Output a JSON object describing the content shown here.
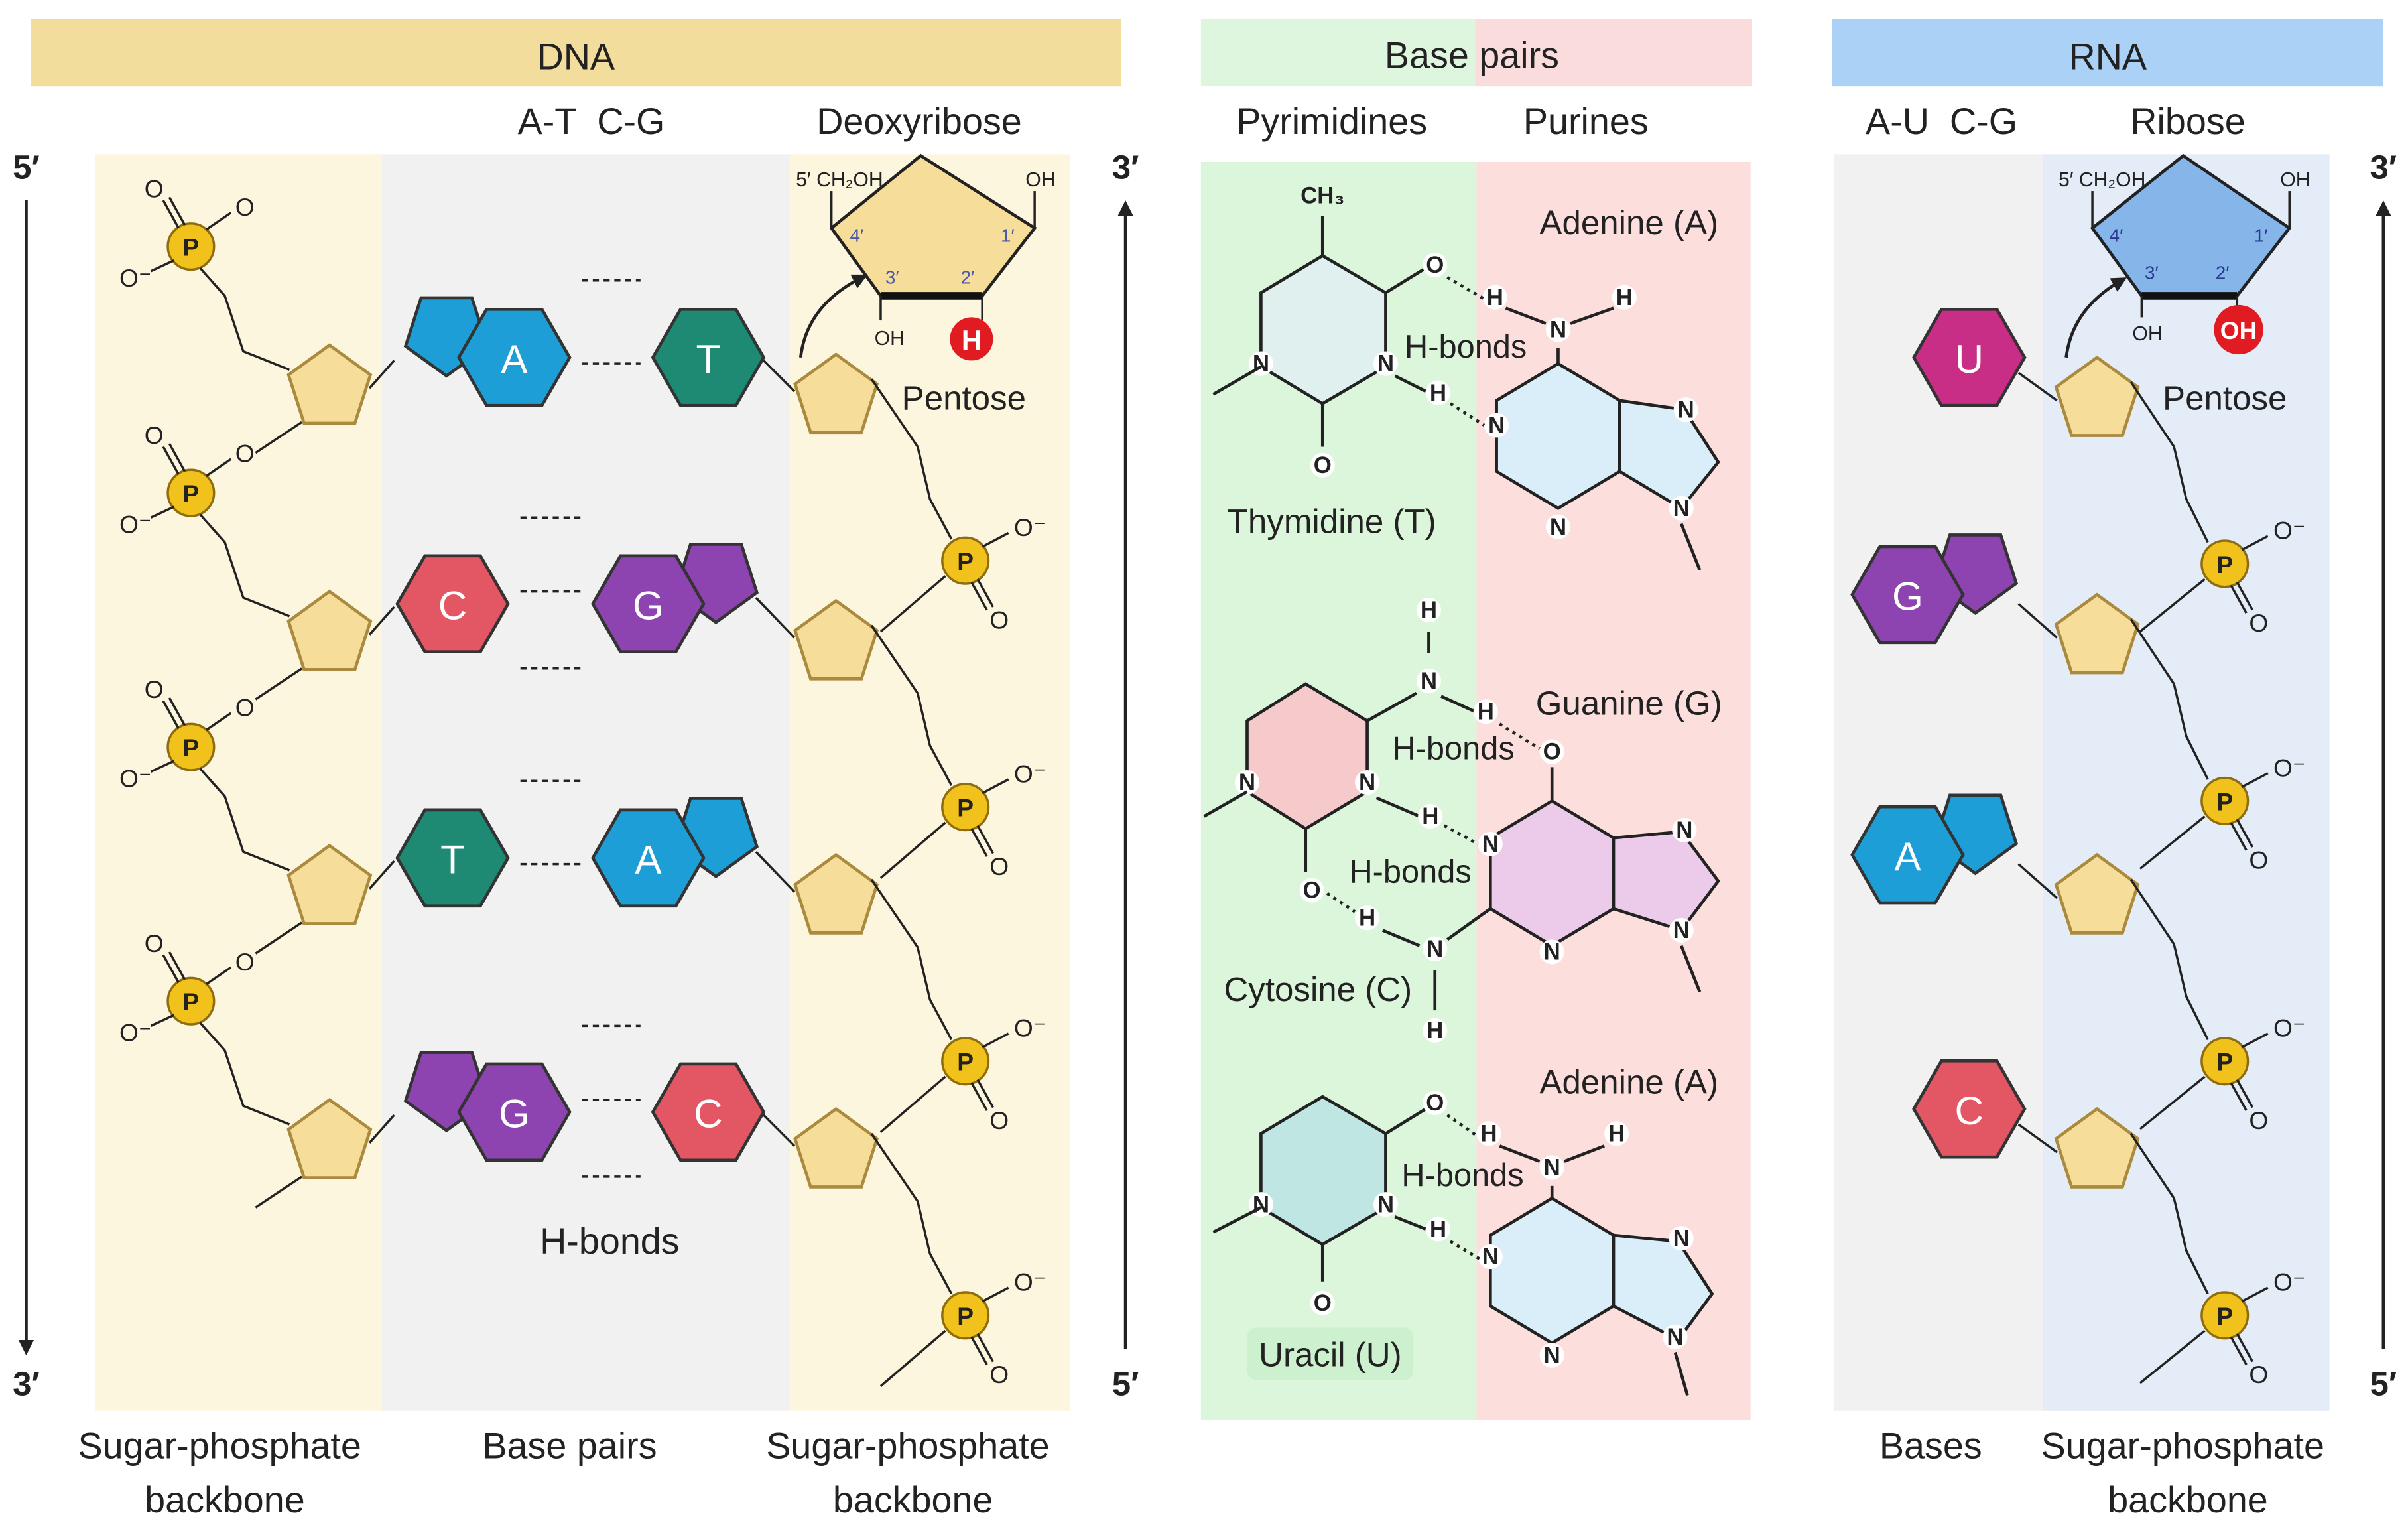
{
  "headers": {
    "dna": "DNA",
    "base_pairs": "Base pairs",
    "rna": "RNA"
  },
  "subheaders": {
    "dna_pairs": "A-T  C-G",
    "deoxyribose": "Deoxyribose",
    "pyrimidines": "Pyrimidines",
    "purines": "Purines",
    "rna_pairs": "A-U  C-G",
    "ribose": "Ribose"
  },
  "ends": {
    "five": "5′",
    "three": "3′"
  },
  "footers": {
    "dna_left": [
      "Sugar-phosphate",
      "backbone"
    ],
    "dna_middle": "Base pairs",
    "dna_right": [
      "Sugar-phosphate",
      "backbone"
    ],
    "rna_left": "Bases",
    "rna_right": [
      "Sugar-phosphate",
      "backbone"
    ]
  },
  "dna_hbonds_label": "H-bonds",
  "pentose_label": "Pentose",
  "dna_pairs": [
    {
      "left": "A",
      "right": "T"
    },
    {
      "left": "C",
      "right": "G"
    },
    {
      "left": "T",
      "right": "A"
    },
    {
      "left": "G",
      "right": "C"
    }
  ],
  "rna_bases": [
    "U",
    "G",
    "A",
    "C"
  ],
  "sugar_inset": {
    "c5": "5′ CH₂OH",
    "oh_top": "OH",
    "c4": "4′",
    "c1": "1′",
    "c3": "3′",
    "c2": "2′",
    "oh3": "OH",
    "dna_c2": "H",
    "rna_c2": "OH"
  },
  "phosphate": {
    "p": "P",
    "o": "O",
    "o_minus": "O⁻"
  },
  "molecules": {
    "thymidine": "Thymidine (T)",
    "adenine_1": "Adenine (A)",
    "cytosine": "Cytosine (C)",
    "guanine": "Guanine (G)",
    "uracil": "Uracil (U)",
    "adenine_2": "Adenine (A)",
    "hbonds": "H-bonds",
    "ch3": "CH₃",
    "n": "N",
    "o": "O",
    "h": "H"
  },
  "colors": {
    "dna_header": "#f2dd9c",
    "bp_header_left": "#def6de",
    "bp_header_right": "#fbdcdc",
    "rna_header": "#abd2f6",
    "backbone_panel": "#fdf6df",
    "bases_panel": "#f1f1f1",
    "pyrimidine_panel": "#dcf6dc",
    "purine_panel": "#fcdfdd",
    "rna_sugar_panel": "#e4ecf7",
    "base_A": "#1e9ed6",
    "base_T": "#1f8a74",
    "base_C": "#e25763",
    "base_G": "#8d43b0",
    "base_U": "#c82e86",
    "sugar": "#f6dd9a",
    "phosphate": "#f2c21c"
  }
}
